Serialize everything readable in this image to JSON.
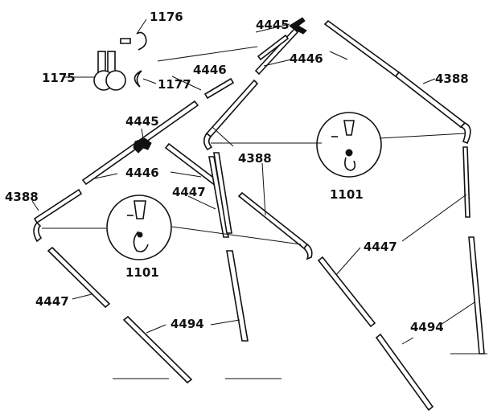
{
  "labels": {
    "l1176": "1176",
    "l1175": "1175",
    "l1177": "1177",
    "l4445_top": "4445",
    "l4445_mid": "4445",
    "l4446_a": "4446",
    "l4446_b": "4446",
    "l4446_c": "4446",
    "l4388_right": "4388",
    "l4388_center": "4388",
    "l4388_left": "4388",
    "l4447_a": "4447",
    "l4447_b": "4447",
    "l4447_c": "4447",
    "l4494_a": "4494",
    "l4494_b": "4494",
    "l1101_a": "1101",
    "l1101_b": "1101"
  }
}
